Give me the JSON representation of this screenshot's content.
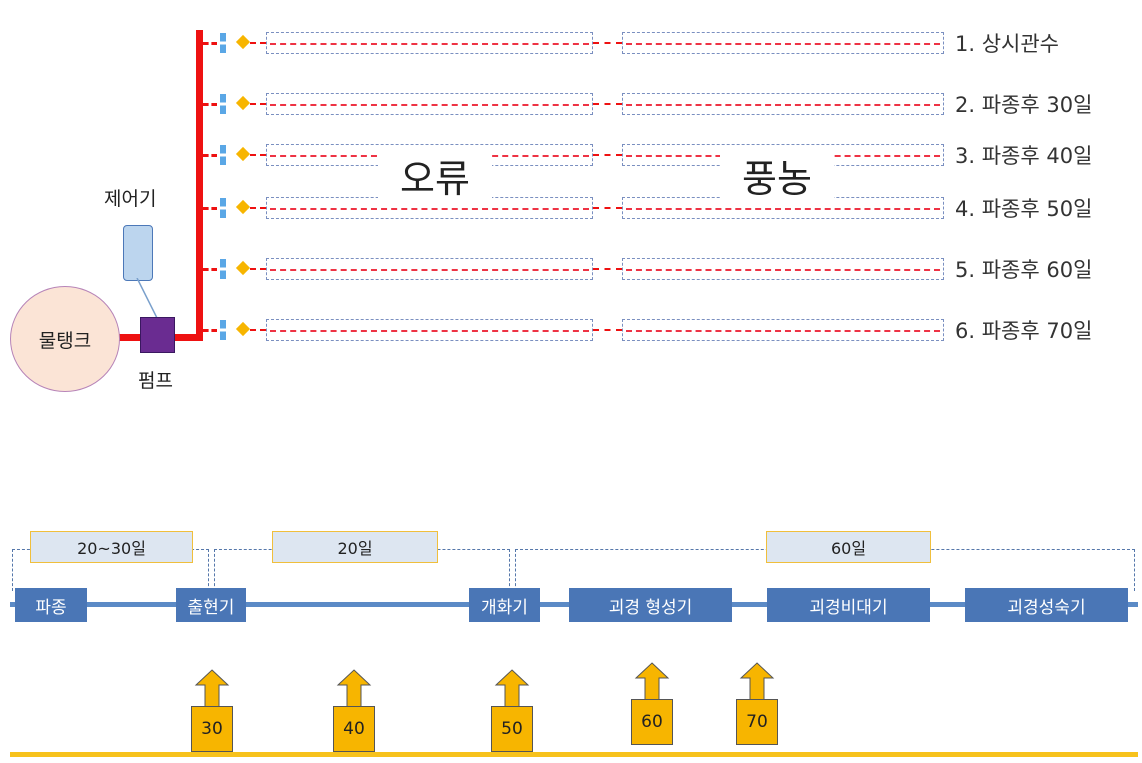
{
  "irrigation": {
    "tank_label": "물탱크",
    "pump_label": "펌프",
    "controller_label": "제어기",
    "crop_left": "오류",
    "crop_right": "풍농",
    "rows": [
      {
        "label": "1. 상시관수"
      },
      {
        "label": "2. 파종후 30일"
      },
      {
        "label": "3. 파종후 40일"
      },
      {
        "label": "4. 파종후 50일"
      },
      {
        "label": "5. 파종후 60일"
      },
      {
        "label": "6. 파종후 70일"
      }
    ]
  },
  "timeline": {
    "stages": [
      "파종",
      "출현기",
      "개화기",
      "괴경 형성기",
      "괴경비대기",
      "괴경성숙기"
    ],
    "periods": [
      "20~30일",
      "20일",
      "60일"
    ],
    "markers": [
      "30",
      "40",
      "50",
      "60",
      "70"
    ]
  },
  "colors": {
    "pipe": "#ee1111",
    "stage": "#4a76b6",
    "marker": "#f7b500",
    "tank": "#fbe4d6",
    "pump": "#6a2c91"
  }
}
